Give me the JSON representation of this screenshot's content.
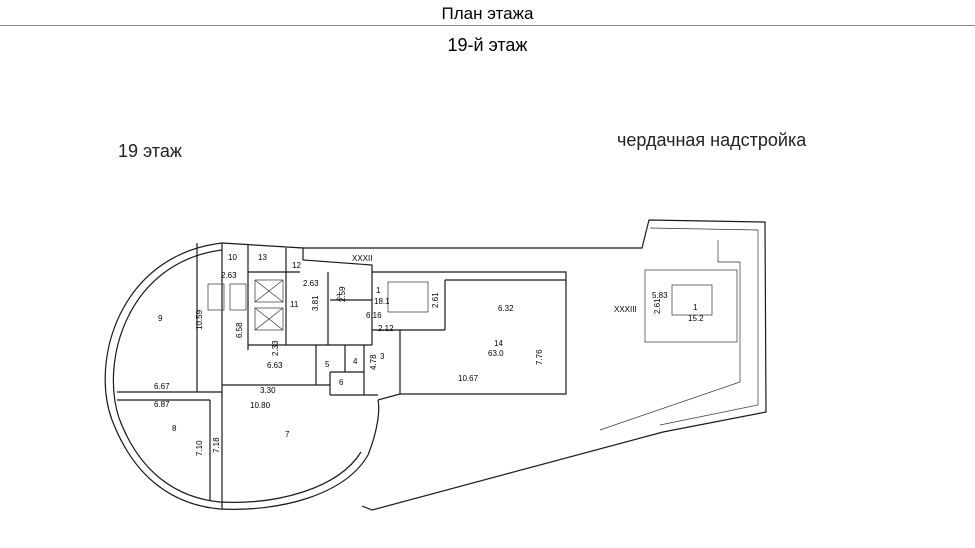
{
  "header": {
    "title": "План этажа"
  },
  "floor_title": "19-й этаж",
  "labels": {
    "left_section": "19 этаж",
    "right_section": "чердачная надстройка"
  },
  "axes": {
    "axis_1": "XXXII",
    "axis_2": "XXXIII"
  },
  "plan_texts": [
    "10",
    "13",
    "12",
    "2.63",
    "2.63",
    "11",
    "3.81",
    "2",
    "2.59",
    "1",
    "18.1",
    "2.61",
    "9",
    "10.59",
    "6.58",
    "6.16",
    "2.12",
    "6.32",
    "14",
    "63.0",
    "2.33",
    "5",
    "4",
    "3",
    "4.78",
    "7.76",
    "6.63",
    "10.67",
    "6",
    "6.67",
    "3.30",
    "6.87",
    "10.80",
    "8",
    "7",
    "7.10",
    "7.18",
    "5.83",
    "2.61",
    "1",
    "15.2"
  ]
}
